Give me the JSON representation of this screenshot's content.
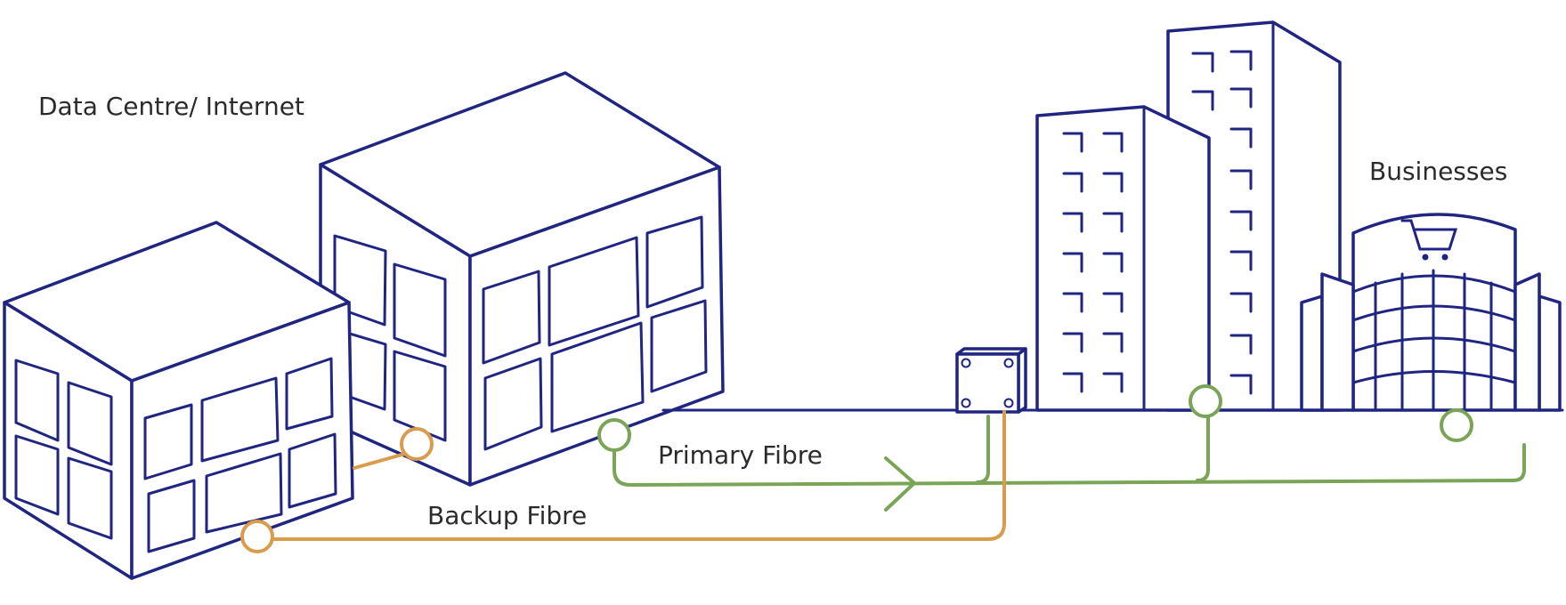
{
  "labels": {
    "data_centre": "Data Centre/ Internet",
    "businesses": "Businesses",
    "primary_fibre": "Primary Fibre",
    "backup_fibre": "Backup Fibre"
  },
  "colors": {
    "building_stroke": "#1f2580",
    "primary_fibre": "#7aa556",
    "backup_fibre": "#d89c4c",
    "text": "#2b2b2b",
    "background": "#ffffff"
  },
  "icons": [
    "shopping-cart-icon"
  ]
}
